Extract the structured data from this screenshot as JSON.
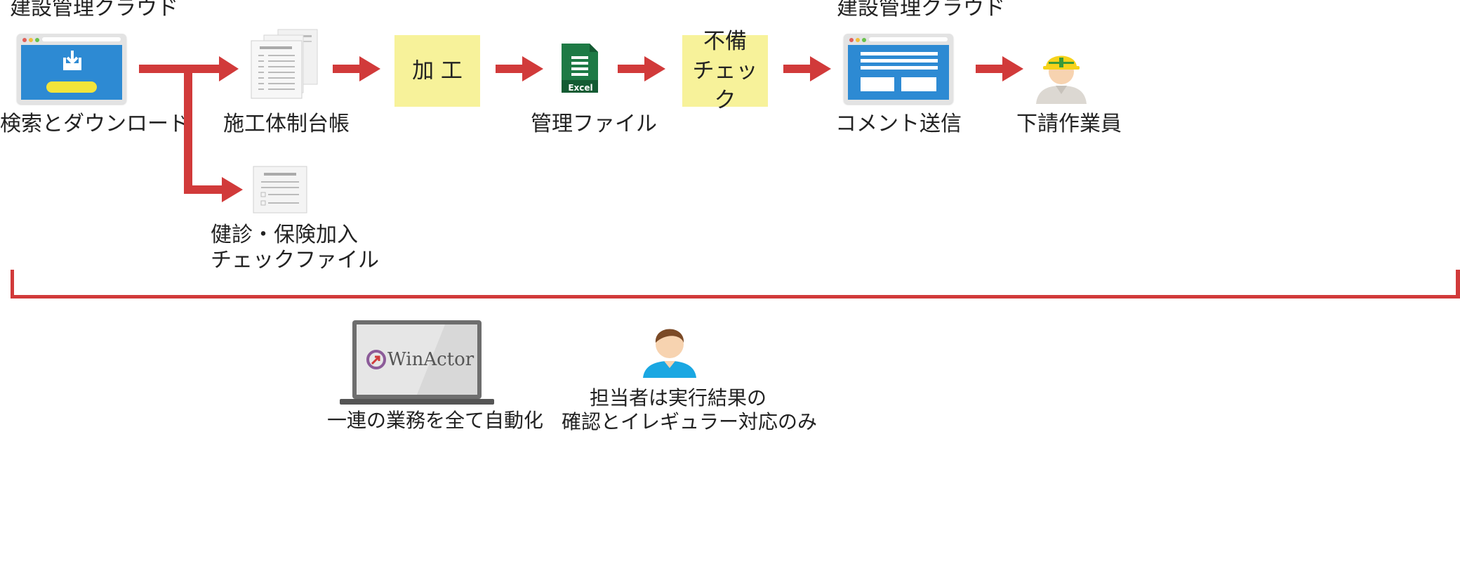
{
  "top_flow": {
    "cloud_label_left": "建設管理クラウド",
    "cloud_label_right": "建設管理クラウド",
    "steps": {
      "search_download": "検索とダウンロード",
      "construction_ledger": "施工体制台帳",
      "processing": "加 工",
      "management_file": "管理ファイル",
      "deficiency_check_line1": "不備",
      "deficiency_check_line2": "チェック",
      "comment_send": "コメント送信",
      "subcontractor": "下請作業員"
    },
    "branch": {
      "check_file_line1": "健診・保険加入",
      "check_file_line2": "チェックファイル"
    },
    "excel_icon_text": "Excel"
  },
  "bottom": {
    "winactor_logo": "WinActor",
    "winactor_caption": "一連の業務を全て自動化",
    "person_caption_line1": "担当者は実行結果の",
    "person_caption_line2": "確認とイレギュラー対応のみ"
  },
  "colors": {
    "arrow_red": "#d13a3a",
    "screen_blue": "#2d8ad3",
    "sticky_yellow": "#f7f29a",
    "excel_green": "#1e7a45",
    "helmet_yellow": "#f6d21a"
  },
  "icons": [
    "download-browser-icon",
    "document-stack-icon",
    "document-icon",
    "excel-icon",
    "form-browser-icon",
    "worker-icon",
    "laptop-icon",
    "person-icon"
  ]
}
